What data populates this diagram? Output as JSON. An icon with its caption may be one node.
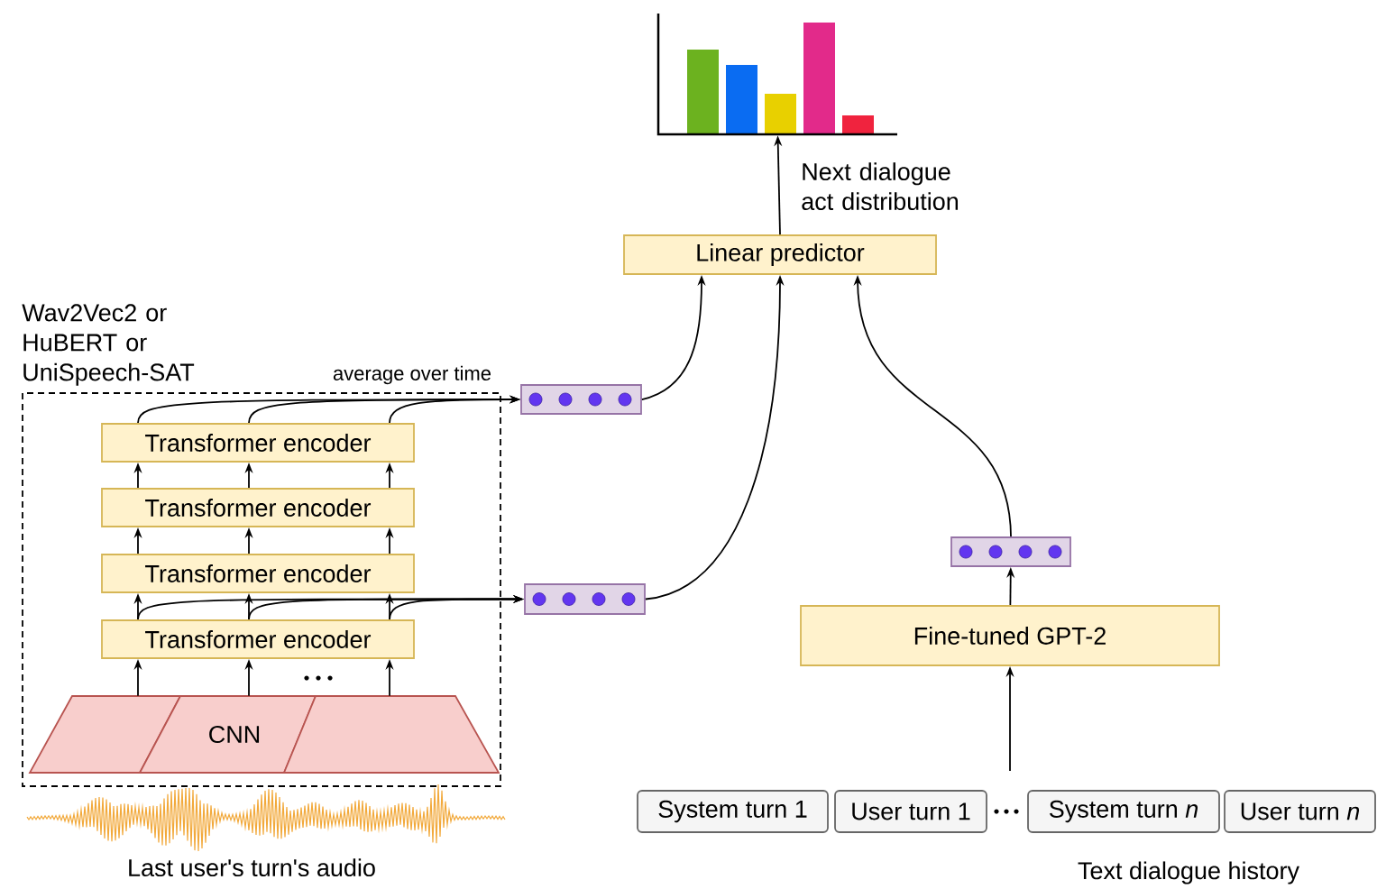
{
  "diagram": {
    "nodes": [
      {
        "text": [],
        "shape": "picture"
      },
      {
        "text": [
          "Linear predictor"
        ]
      },
      {
        "text": [],
        "shape": "bar"
      },
      {
        "text": [],
        "shape": "bar"
      },
      {
        "text": [],
        "shape": "bar"
      },
      {
        "text": [
          "Wav2Vec2 or HuBERT or UniSpeech-SAT"
        ]
      },
      {
        "text": [
          "Transformer encoder"
        ],
        "in": 5
      },
      {
        "text": [
          "Transformer encoder"
        ],
        "in": 5
      },
      {
        "text": [
          "Transformer encoder"
        ],
        "in": 5
      },
      {
        "text": [
          "Transformer encoder"
        ],
        "in": 5
      },
      {
        "text": [
          "CNN"
        ],
        "in": 5
      },
      {
        "text": [
          "Fine-tuned GPT-2"
        ]
      },
      {
        "text": [
          "System turn 1"
        ]
      },
      {
        "text": [
          "User turn 1"
        ]
      },
      {
        "text": [
          "System turn *n*"
        ]
      },
      {
        "text": [
          "User turn *n*"
        ]
      },
      {
        "text": [],
        "shape": "picture",
        "beside": [
          "Last user's turn's audio"
        ]
      }
    ],
    "edges": [
      {
        "from": 1,
        "to": 0,
        "arrow": "to",
        "label": "Next dialogue act distribution"
      },
      {
        "from": 2,
        "to": 1,
        "arrow": "to"
      },
      {
        "from": 3,
        "to": 1,
        "arrow": "to"
      },
      {
        "from": 4,
        "to": 1,
        "arrow": "to"
      },
      {
        "from": 11,
        "to": 4,
        "arrow": "to"
      },
      {
        "from": null,
        "to": 11,
        "arrow": "to"
      },
      {
        "from": 6,
        "to": 2,
        "arrow": "to"
      },
      {
        "from": 6,
        "to": 2,
        "arrow": "to"
      },
      {
        "from": 6,
        "to": 2,
        "arrow": "to"
      },
      {
        "from": 9,
        "to": 3,
        "arrow": "to"
      },
      {
        "from": 9,
        "to": 3,
        "arrow": "to"
      },
      {
        "from": 9,
        "to": 3,
        "arrow": "to"
      },
      {
        "from": 7,
        "to": 6,
        "arrow": "to"
      },
      {
        "from": 7,
        "to": 6,
        "arrow": "to"
      },
      {
        "from": 7,
        "to": 6,
        "arrow": "to"
      },
      {
        "from": 8,
        "to": 7,
        "arrow": "to"
      },
      {
        "from": 8,
        "to": 7,
        "arrow": "to"
      },
      {
        "from": 8,
        "to": 7,
        "arrow": "to"
      },
      {
        "from": 9,
        "to": 8,
        "arrow": "to"
      },
      {
        "from": 9,
        "to": 8,
        "arrow": "to"
      },
      {
        "from": 9,
        "to": 8,
        "arrow": "to"
      },
      {
        "from": 10,
        "to": 9,
        "arrow": "to"
      },
      {
        "from": 10,
        "to": 9,
        "arrow": "to"
      },
      {
        "from": 10,
        "to": 9,
        "arrow": "to"
      }
    ],
    "labels": [
      "average over time",
      "Text dialogue history"
    ]
  }
}
